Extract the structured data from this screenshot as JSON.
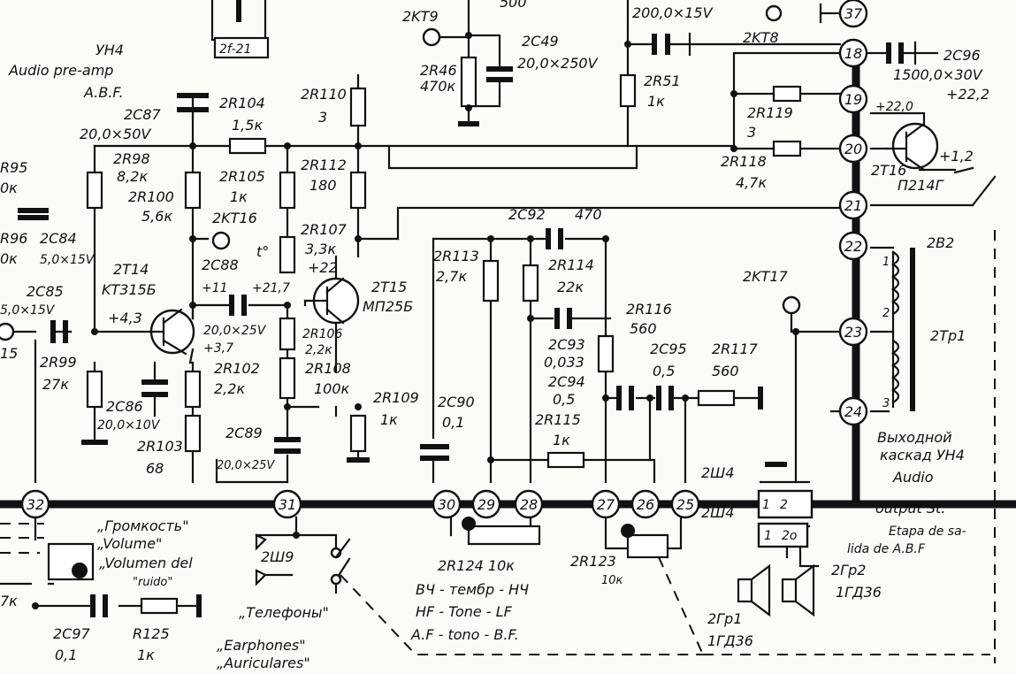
{
  "texts": {
    "top_2f21": "2f-21",
    "kt9": "2KT9",
    "top_500": "500",
    "c49": "2C49",
    "c49_val": "20,0×250V",
    "top_200_15": "200,0×15V",
    "r46": "2R46",
    "r46_val": "470к",
    "r51": "2R51",
    "r51_val": "1к",
    "kt8": "2KT8",
    "c96": "2C96",
    "c96_val": "1500,0×30V",
    "v222": "+22,2",
    "v220": "+22,0",
    "yn4": "УН4",
    "preamp": "Audio pre-amp",
    "abf": "A.B.F.",
    "c87": "2C87",
    "c87_val": "20,0×50V",
    "r104": "2R104",
    "r104_val": "1,5к",
    "r110": "2R110",
    "r110_val": "3",
    "r119": "2R119",
    "r119_val": "3",
    "r118": "2R118",
    "r118_val": "4,7к",
    "t16": "2T16",
    "t16_type": "П214Г",
    "v12": "+1,2",
    "r95": "R95",
    "r95_val": "0к",
    "r98": "2R98",
    "r98_val": "8,2к",
    "r100": "2R100",
    "r100_val": "5,6к",
    "r105": "2R105",
    "r105_val": "1к",
    "r112": "2R112",
    "r112_val": "180",
    "kt16": "2KT16",
    "r107": "2R107",
    "r107_val": "3,3к",
    "v22": "+22",
    "temp": "t°",
    "r96": "R96",
    "r96_val": "0к",
    "c84": "2C84",
    "c84_val": "5,0×15V",
    "c88": "2C88",
    "v11": "+11",
    "v217": "+21,7",
    "c92": "2C92",
    "c92_val": "470",
    "b2_label": "2B2",
    "c85": "2C85",
    "c85_val": "5,0×15V",
    "t14": "2T14",
    "t14_type": "KT315Б",
    "v43": "+4,3",
    "t15": "2T15",
    "t15_type": "МП25Б",
    "r113": "2R113",
    "r113_val": "2,7к",
    "r114": "2R114",
    "r114_val": "22к",
    "kt17": "2KT17",
    "c_mid_val": "20,0×25V",
    "v37": "+3,7",
    "r106": "2R106",
    "r106_val": "2,2к",
    "r108": "2R108",
    "r108_val": "100к",
    "r116": "2R116",
    "r116_val": "560",
    "c95": "2C95",
    "c95_val": "0,5",
    "r117": "2R117",
    "r117_val": "560",
    "tr1": "2Тр1",
    "ref15": "15",
    "r99": "2R99",
    "r99_val": "27к",
    "r102": "2R102",
    "r102_val": "2,2к",
    "c93": "2C93",
    "c93_val": "0,033",
    "c94": "2C94",
    "c94_val": "0,5",
    "r109": "2R109",
    "r109_val": "1к",
    "c90": "2C90",
    "c90_val": "0,1",
    "c86": "2C86",
    "c86_val": "20,0×10V",
    "c89": "2C89",
    "c89_val": "20,0×25V",
    "r115": "2R115",
    "r115_val": "1к",
    "r103": "2R103",
    "r103_val": "68",
    "sh4_a": "2Ш4",
    "sh4_b": "2Ш4",
    "out_ru": "Выходной",
    "out_ru2": "каскад УН4",
    "out_en": "Audio",
    "out_en2": "output St.",
    "out_es": "Etapa de sa-",
    "out_es2": "lida de A.B.F",
    "vol_ru": "„Громкость\"",
    "vol_en": "„Volume\"",
    "vol_es": "„Volumen del",
    "vol_es2": "\"ruido\"",
    "vol_7k": "7к",
    "sh9": "2Ш9",
    "r124": "2R124 10к",
    "r123": "2R123",
    "r123_val": "10к",
    "gr2": "2Гр2",
    "gr2_val": "1ГД36",
    "tone_ru": "ВЧ - тембр - НЧ",
    "tone_en": "HF - Tone - LF",
    "tone_es": "A.F - tono - B.F.",
    "tel_ru": "„Телефоны\"",
    "tel_en": "„Earphones\"",
    "tel_es": "„Auriculares\"",
    "gr1": "2Гр1",
    "gr1_val": "1ГД36",
    "c97": "2C97",
    "c97_val": "0,1",
    "r125": "R125",
    "r125_val": "1к",
    "sw_1": "1",
    "sw_2": "2",
    "sw_1b": "1",
    "sw_2b": "2о",
    "coil_1": "1",
    "coil_2": "2",
    "coil_3": "3"
  },
  "terminals": [
    "37",
    "18",
    "19",
    "20",
    "21",
    "22",
    "23",
    "24",
    "32",
    "31",
    "30",
    "29",
    "28",
    "27",
    "26",
    "25"
  ]
}
